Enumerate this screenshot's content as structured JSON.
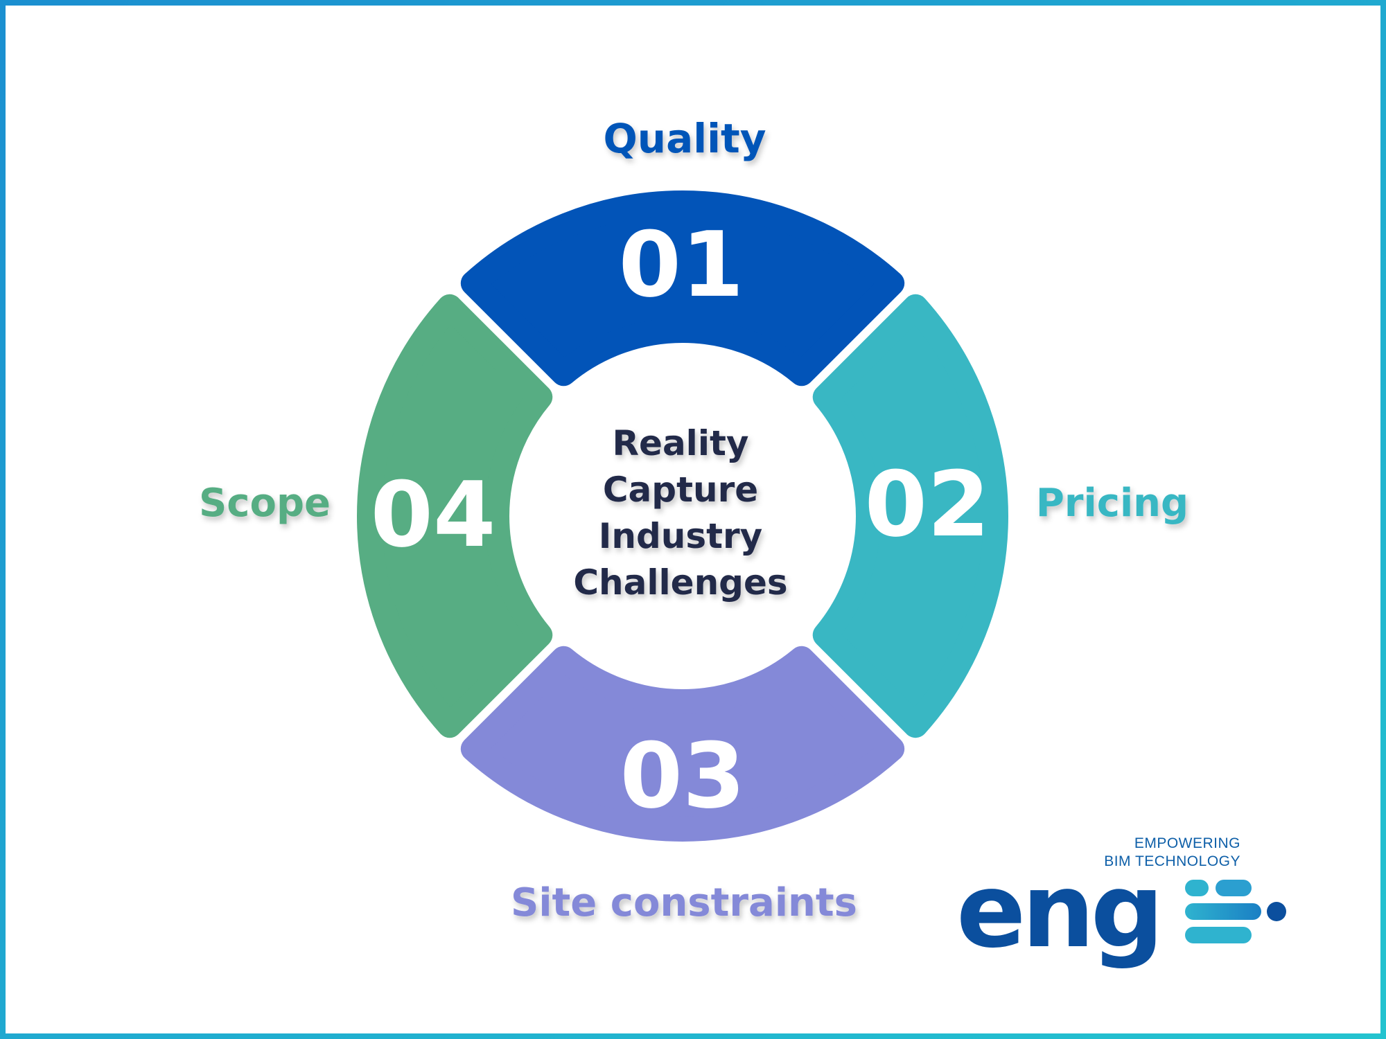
{
  "diagram": {
    "center_lines": [
      "Reality",
      "Capture",
      "Industry",
      "Challenges"
    ],
    "segments": [
      {
        "number": "01",
        "label": "Quality",
        "color": "#0254b8"
      },
      {
        "number": "02",
        "label": "Pricing",
        "color": "#39b7c3"
      },
      {
        "number": "03",
        "label": "Site constraints",
        "color": "#8489d8"
      },
      {
        "number": "04",
        "label": "Scope",
        "color": "#57ad83"
      }
    ]
  },
  "colors": {
    "frame_start": "#1b8fd0",
    "frame_end": "#24c3cf",
    "center_text": "#232a4a",
    "logo_blue": "#0b4f9e",
    "logo_cyan": "#2fb3cf"
  },
  "logo": {
    "tagline_line1": "EMPOWERING",
    "tagline_line2": "BIM TECHNOLOGY",
    "wordmark": "eng"
  }
}
